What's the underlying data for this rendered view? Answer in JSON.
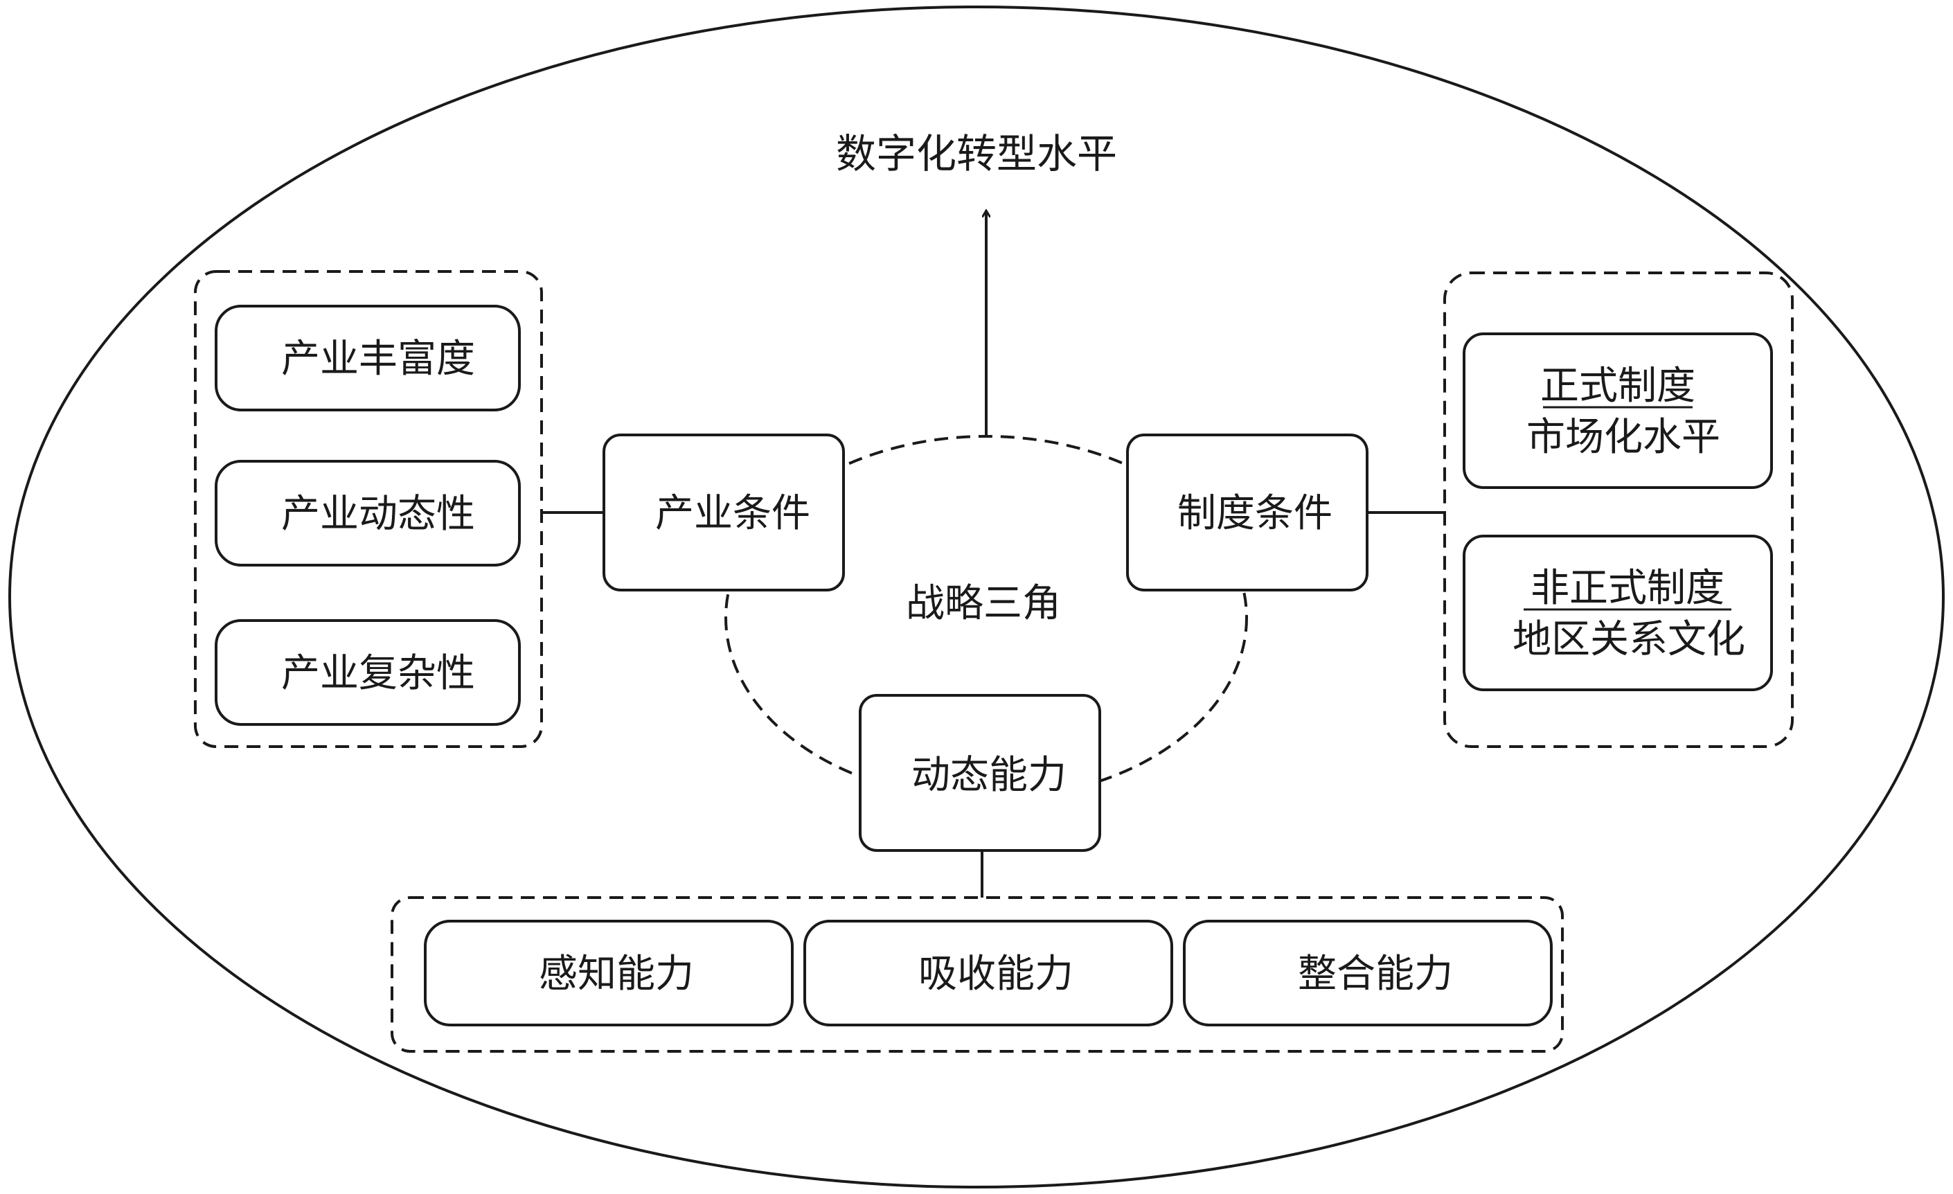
{
  "diagram": {
    "goal": "数字化转型水平",
    "center": "战略三角",
    "industry": {
      "label": "产业条件",
      "items": [
        "产业丰富度",
        "产业动态性",
        "产业复杂性"
      ]
    },
    "institution": {
      "label": "制度条件",
      "formal": {
        "title": "正式制度",
        "detail": "市场化水平"
      },
      "informal": {
        "title": "非正式制度",
        "detail": "地区关系文化"
      }
    },
    "capability": {
      "label": "动态能力",
      "items": [
        "感知能力",
        "吸收能力",
        "整合能力"
      ]
    }
  }
}
